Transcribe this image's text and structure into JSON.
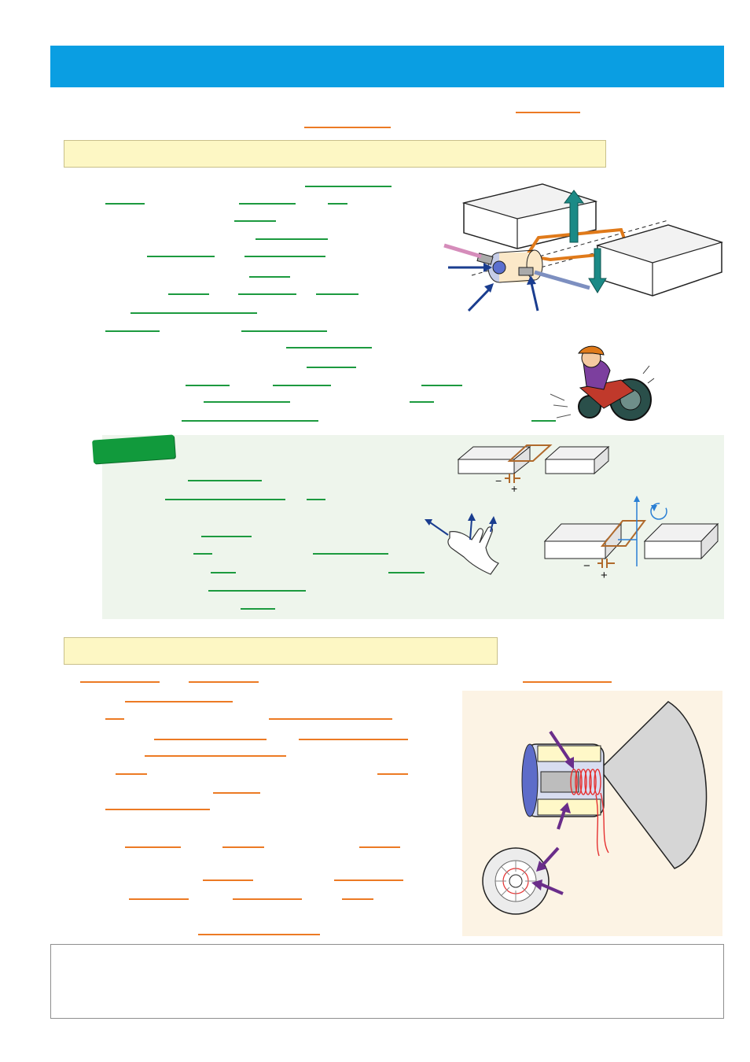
{
  "page": {
    "header_title": "",
    "footer_text": ""
  },
  "colors": {
    "header_blue": "#0a9ee2",
    "section_yellow": "#fdf7c4",
    "green_panel": "#eef5ec",
    "green_badge": "#119a3c",
    "green_blank": "#1c9a3f",
    "orange_blank": "#ec7a24",
    "photo_panel": "#fcf3e4"
  },
  "sections": {
    "section1_heading": "",
    "section2_heading": "",
    "badge_label": ""
  },
  "figures": {
    "diagram_polarity_minus": "−",
    "diagram_polarity_plus": "+",
    "diagram2_polarity_minus": "−",
    "diagram2_polarity_plus": "+"
  },
  "icons": [
    "magnet-loop-diagram",
    "motorcycle-rider-cartoon",
    "hand-rule-icon",
    "crt-coil-diagram",
    "rotation-arrow-icon"
  ]
}
